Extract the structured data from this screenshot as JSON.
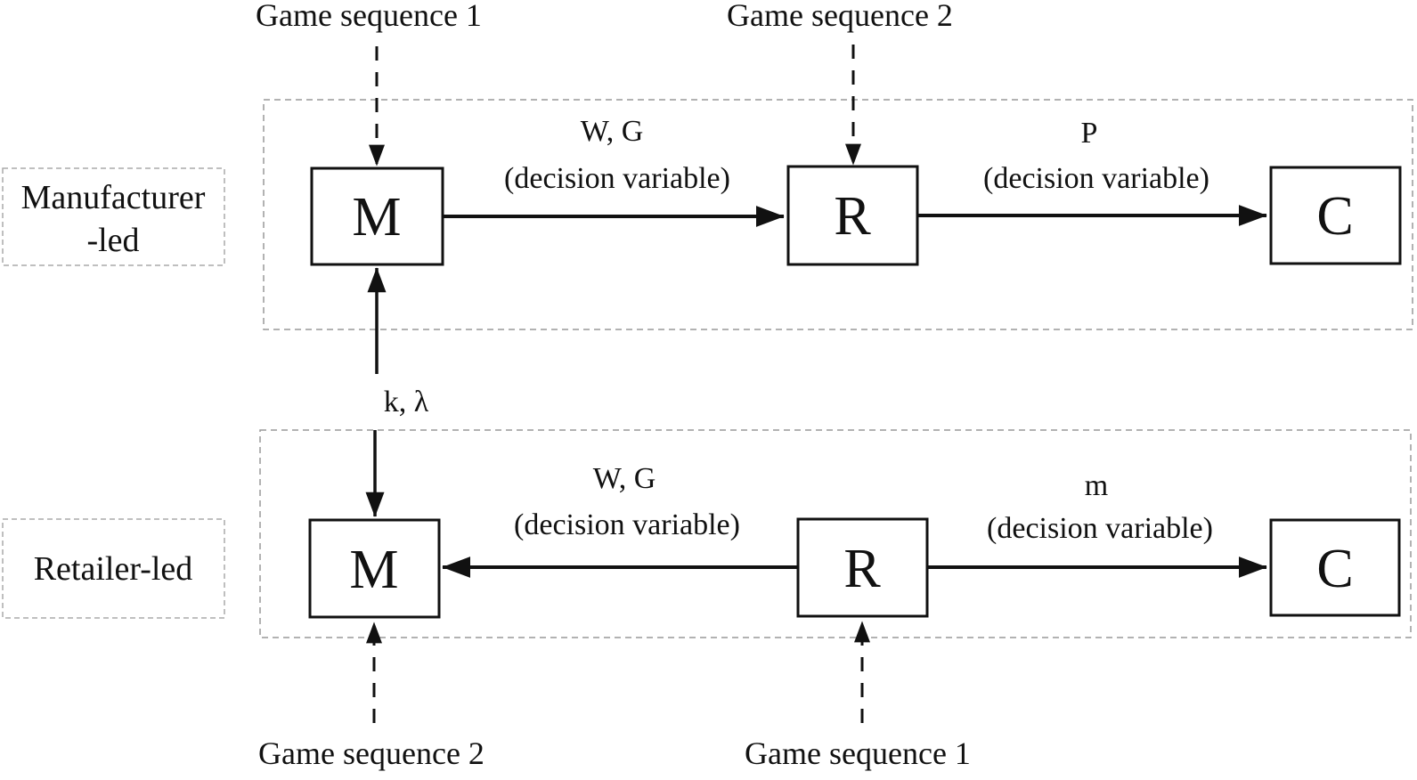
{
  "colors": {
    "ink": "#111111",
    "container_border": "#999999",
    "side_label_border": "#aaaaaa",
    "background": "#ffffff"
  },
  "top_row": {
    "side_label_line1": "Manufacturer",
    "side_label_line2": "-led",
    "game_sequence_left": "Game sequence 1",
    "game_sequence_mid": "Game sequence 2",
    "nodes": {
      "manufacturer": "M",
      "retailer": "R",
      "consumer": "C"
    },
    "arrow_m_to_r_label_line1": "W, G",
    "arrow_m_to_r_label_line2": "(decision variable)",
    "arrow_r_to_c_label_line1": "P",
    "arrow_r_to_c_label_line2": "(decision variable)"
  },
  "middle_link": {
    "label": "k, λ"
  },
  "bottom_row": {
    "side_label": "Retailer-led",
    "game_sequence_left": "Game sequence 2",
    "game_sequence_mid": "Game sequence 1",
    "nodes": {
      "manufacturer": "M",
      "retailer": "R",
      "consumer": "C"
    },
    "arrow_r_to_m_label_line1": "W, G",
    "arrow_r_to_m_label_line2": "(decision variable)",
    "arrow_r_to_c_label_line1": "m",
    "arrow_r_to_c_label_line2": "(decision variable)"
  }
}
